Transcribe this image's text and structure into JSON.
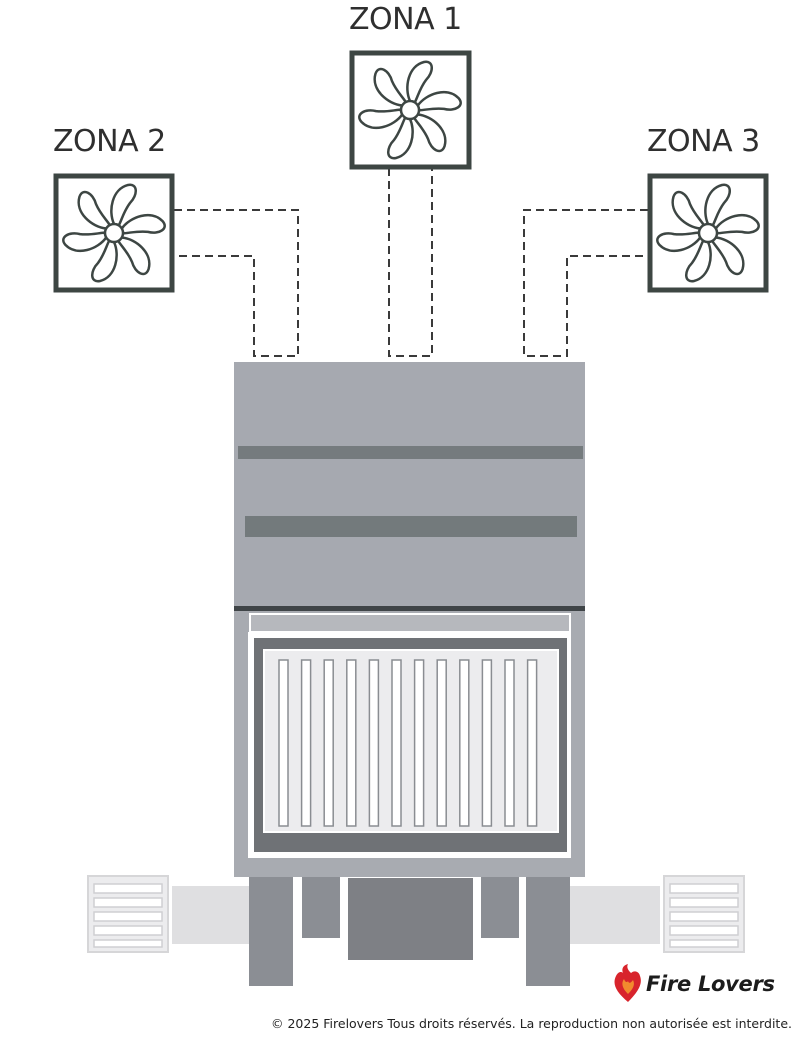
{
  "zones": [
    {
      "id": "zone-1",
      "label": "ZONA 1"
    },
    {
      "id": "zone-2",
      "label": "ZONA 2"
    },
    {
      "id": "zone-3",
      "label": "ZONA 3"
    }
  ],
  "brand": {
    "name": "Fire Lovers",
    "flame_color": "#d8242c"
  },
  "footer": {
    "copyright": "© 2025 Firelovers Tous droits réservés. La reproduction non autorisée est interdite."
  },
  "colors": {
    "hood": "#a6a9b0",
    "hood_band": "#747a7d",
    "frame_dark": "#6f7276",
    "legs": "#8a8d93",
    "vent_panel": "#e2e2e4",
    "fan_frame": "#3d4643",
    "duct": "#3a3a3a"
  }
}
